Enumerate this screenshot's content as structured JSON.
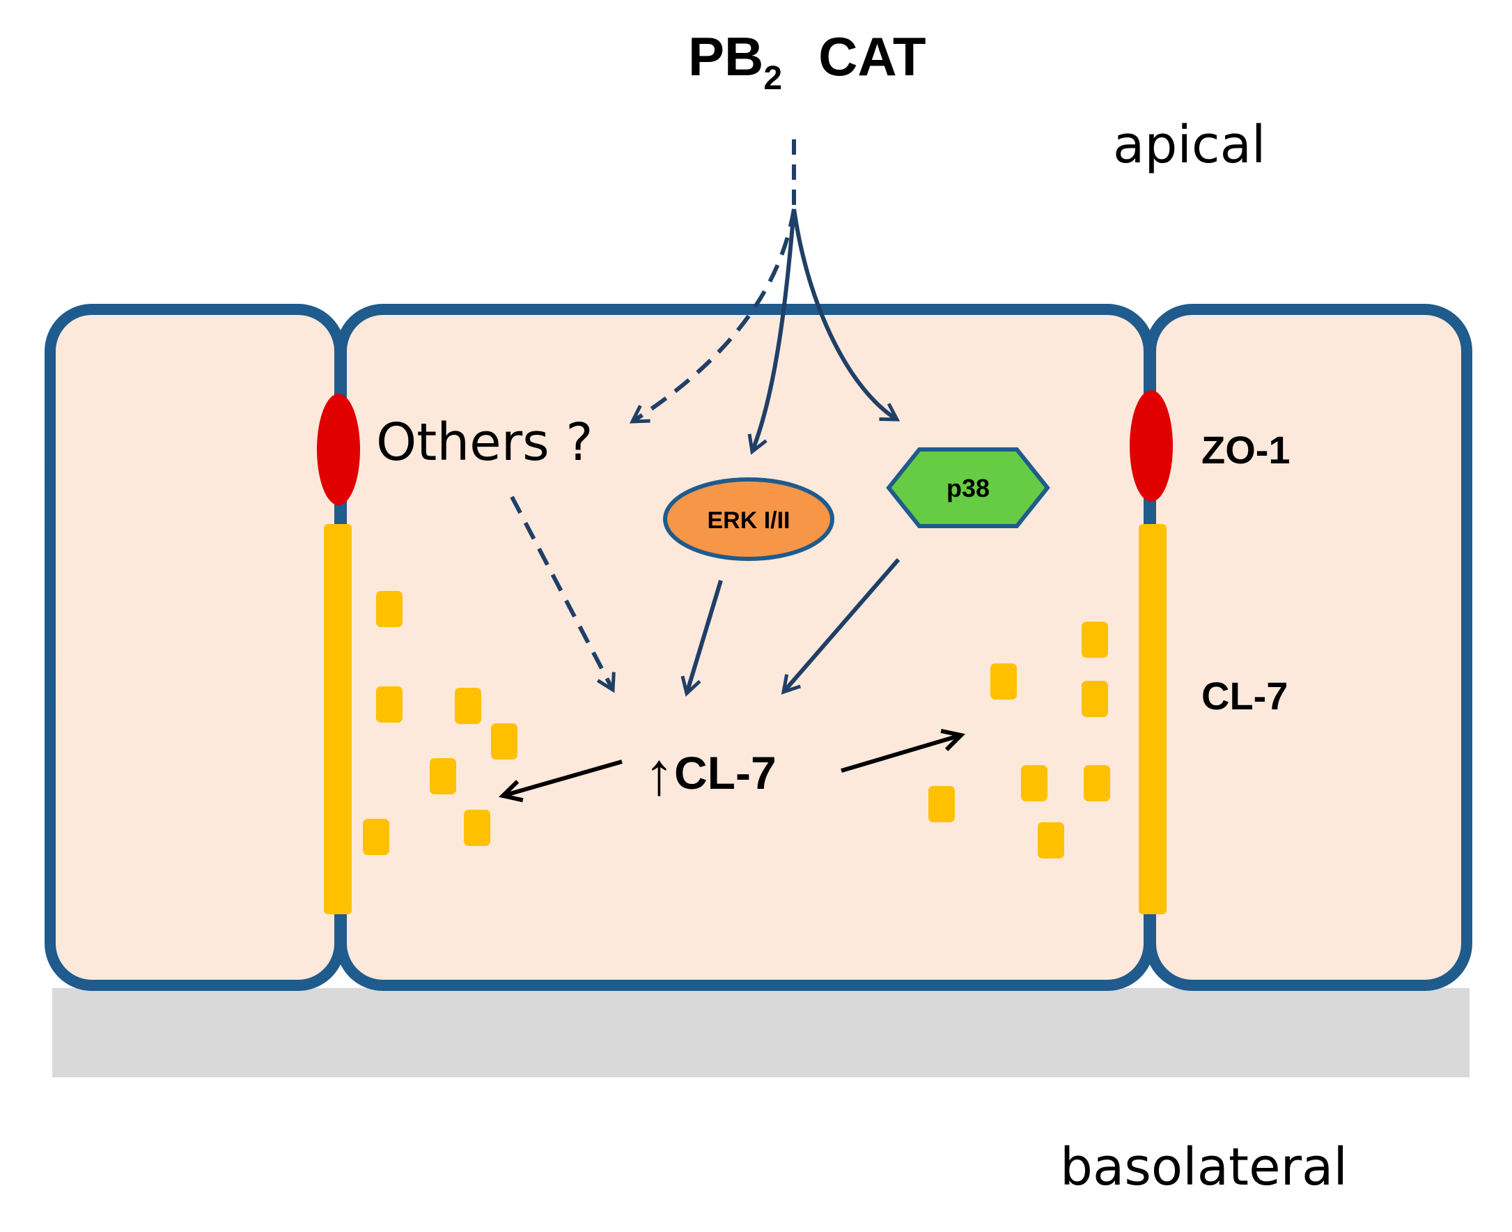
{
  "labels": {
    "stimulus_main": "PB",
    "stimulus_sub": "2",
    "stimulus_second": "CAT",
    "apical": "apical",
    "basolateral": "basolateral",
    "others": "Others ?",
    "erk": "ERK I/II",
    "p38": "p38",
    "zo1": "ZO-1",
    "cl7_membrane": "CL-7",
    "cl7_increase_arrow": "↑",
    "cl7_increase": "CL-7"
  },
  "colors": {
    "membrane": "#1f5b8c",
    "cytoplasm": "#fde9dc",
    "zo1": "#e00000",
    "claudin": "#ffc000",
    "erk_fill": "#f79646",
    "p38_fill": "#66cc44",
    "substrate": "#d9d9d9",
    "pathway_arrow": "#1f3f66"
  },
  "icons": {
    "zo1_marker": "red-ellipse",
    "claudin_vesicle": "yellow-rounded-square",
    "erk_node": "orange-ellipse",
    "p38_node": "green-hexagon"
  }
}
